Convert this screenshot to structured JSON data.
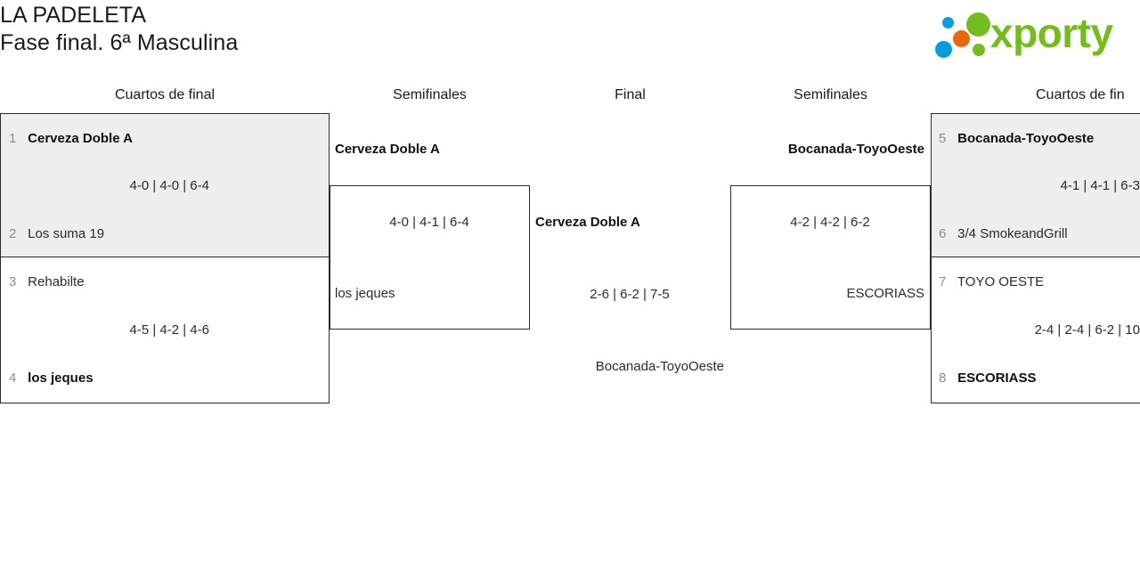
{
  "header": {
    "club": "LA PADELETA",
    "phase": "Fase final. 6ª Masculina",
    "logo_text": "xporty",
    "logo_colors": {
      "green": "#76bc21",
      "blue": "#0a9ddb",
      "orange": "#e8690c"
    }
  },
  "rounds": {
    "qf_left": "Cuartos de final",
    "sf_left": "Semifinales",
    "final": "Final",
    "sf_right": "Semifinales",
    "qf_right": "Cuartos de fin"
  },
  "bracket": {
    "quarterfinals_left": [
      {
        "top": {
          "seed": "1",
          "name": "Cerveza Doble A",
          "winner": true
        },
        "bottom": {
          "seed": "2",
          "name": "Los suma 19",
          "winner": false
        },
        "score": "4-0 | 4-0 | 6-4",
        "shaded": true
      },
      {
        "top": {
          "seed": "3",
          "name": "Rehabilte",
          "winner": false
        },
        "bottom": {
          "seed": "4",
          "name": "los jeques",
          "winner": true
        },
        "score": "4-5 | 4-2 | 4-6",
        "shaded": false
      }
    ],
    "quarterfinals_right": [
      {
        "top": {
          "seed": "5",
          "name": "Bocanada-ToyoOeste",
          "winner": true
        },
        "bottom": {
          "seed": "6",
          "name": "3/4 SmokeandGrill",
          "winner": false
        },
        "score": "4-1 | 4-1 | 6-3",
        "shaded": true
      },
      {
        "top": {
          "seed": "7",
          "name": "TOYO OESTE",
          "winner": false
        },
        "bottom": {
          "seed": "8",
          "name": "ESCORIASS",
          "winner": true
        },
        "score": "2-4 | 2-4 | 6-2 | 10",
        "shaded": false
      }
    ],
    "semifinal_left": {
      "top": {
        "name": "Cerveza Doble A",
        "winner": true
      },
      "bottom": {
        "name": "los jeques",
        "winner": false
      },
      "score": "4-0 | 4-1 | 6-4"
    },
    "semifinal_right": {
      "top": {
        "name": "Bocanada-ToyoOeste",
        "winner": true
      },
      "bottom": {
        "name": "ESCORIASS",
        "winner": false
      },
      "score": "4-2 | 4-2 | 6-2"
    },
    "final": {
      "top": {
        "name": "Cerveza Doble A",
        "winner": true
      },
      "bottom": {
        "name": "Bocanada-ToyoOeste",
        "winner": false
      },
      "score": "2-6 | 6-2 | 7-5"
    }
  }
}
